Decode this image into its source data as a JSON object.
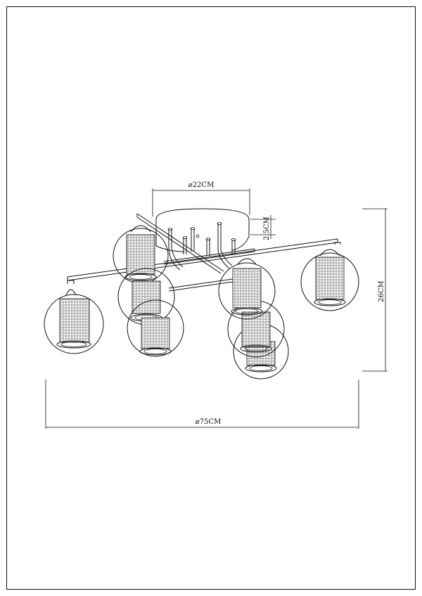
{
  "drawing": {
    "dimensions": {
      "canopy_diameter": "⌀22CM",
      "canopy_height": "2.5CM",
      "total_height": "26CM",
      "total_diameter": "⌀75CM"
    }
  }
}
